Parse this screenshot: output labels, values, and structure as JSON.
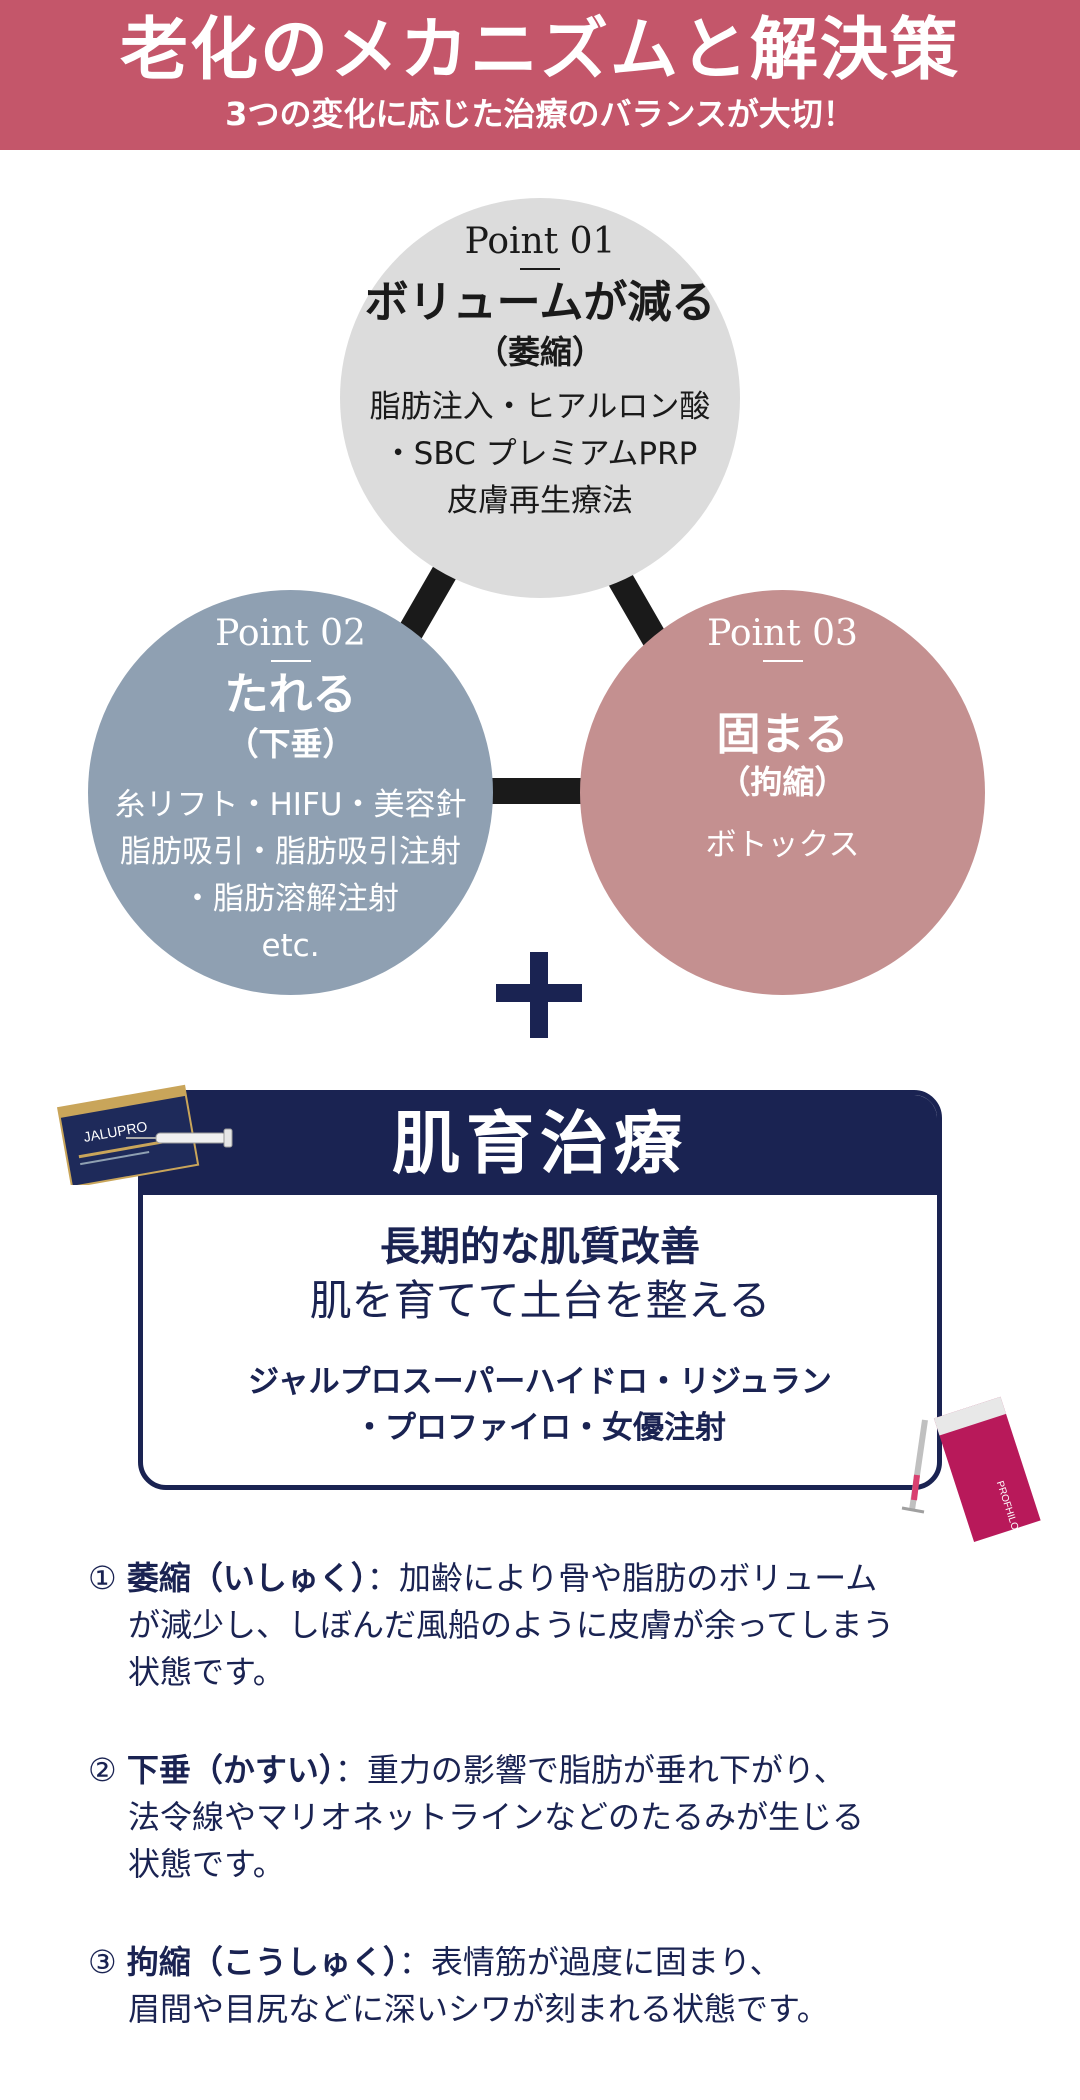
{
  "header": {
    "title": "老化のメカニズムと解決策",
    "subtitle": "3つの変化に応じた治療のバランスが大切！"
  },
  "points": [
    {
      "label": "Point 01",
      "title": "ボリュームが減る",
      "sub": "（萎縮）",
      "body": [
        "脂肪注入・ヒアルロン酸",
        "・SBC プレミアムPRP",
        "皮膚再生療法"
      ]
    },
    {
      "label": "Point 02",
      "title": "たれる",
      "sub": "（下垂）",
      "body": [
        "糸リフト・HIFU・美容針",
        "脂肪吸引・脂肪吸引注射",
        "・脂肪溶解注射",
        "etc."
      ]
    },
    {
      "label": "Point 03",
      "title": "固まる",
      "sub": "（拘縮）",
      "body": [
        "ボトックス"
      ]
    }
  ],
  "skin": {
    "heading": "肌育治療",
    "line1": "長期的な肌質改善",
    "line2": "肌を育てて土台を整える",
    "line3a": "ジャルプロスーパーハイドロ・リジュラン",
    "line3b": "・プロファイロ・女優注射"
  },
  "products": {
    "left_brand": "JALUPRO",
    "right_brand": "PROFHILO"
  },
  "explanations": [
    {
      "num": "①",
      "term": "萎縮（いしゅく）",
      "text1": "：加齢により骨や脂肪のボリューム",
      "text2": "が減少し、しぼんだ風船のように皮膚が余ってしまう",
      "text3": "状態です。"
    },
    {
      "num": "②",
      "term": "下垂（かすい）",
      "text1": "：重力の影響で脂肪が垂れ下がり、",
      "text2": "法令線やマリオネットラインなどのたるみが生じる",
      "text3": "状態です。"
    },
    {
      "num": "③",
      "term": "拘縮（こうしゅく）",
      "text1": "：表情筋が過度に固まり、",
      "text2": "眉間や目尻などに深いシワが刻まれる状態です。"
    }
  ],
  "colors": {
    "header_bg": "#c4566a",
    "navy": "#1a2352",
    "circle1": "#dcdcdc",
    "circle2": "#8fa0b2",
    "circle3": "#c49090"
  }
}
